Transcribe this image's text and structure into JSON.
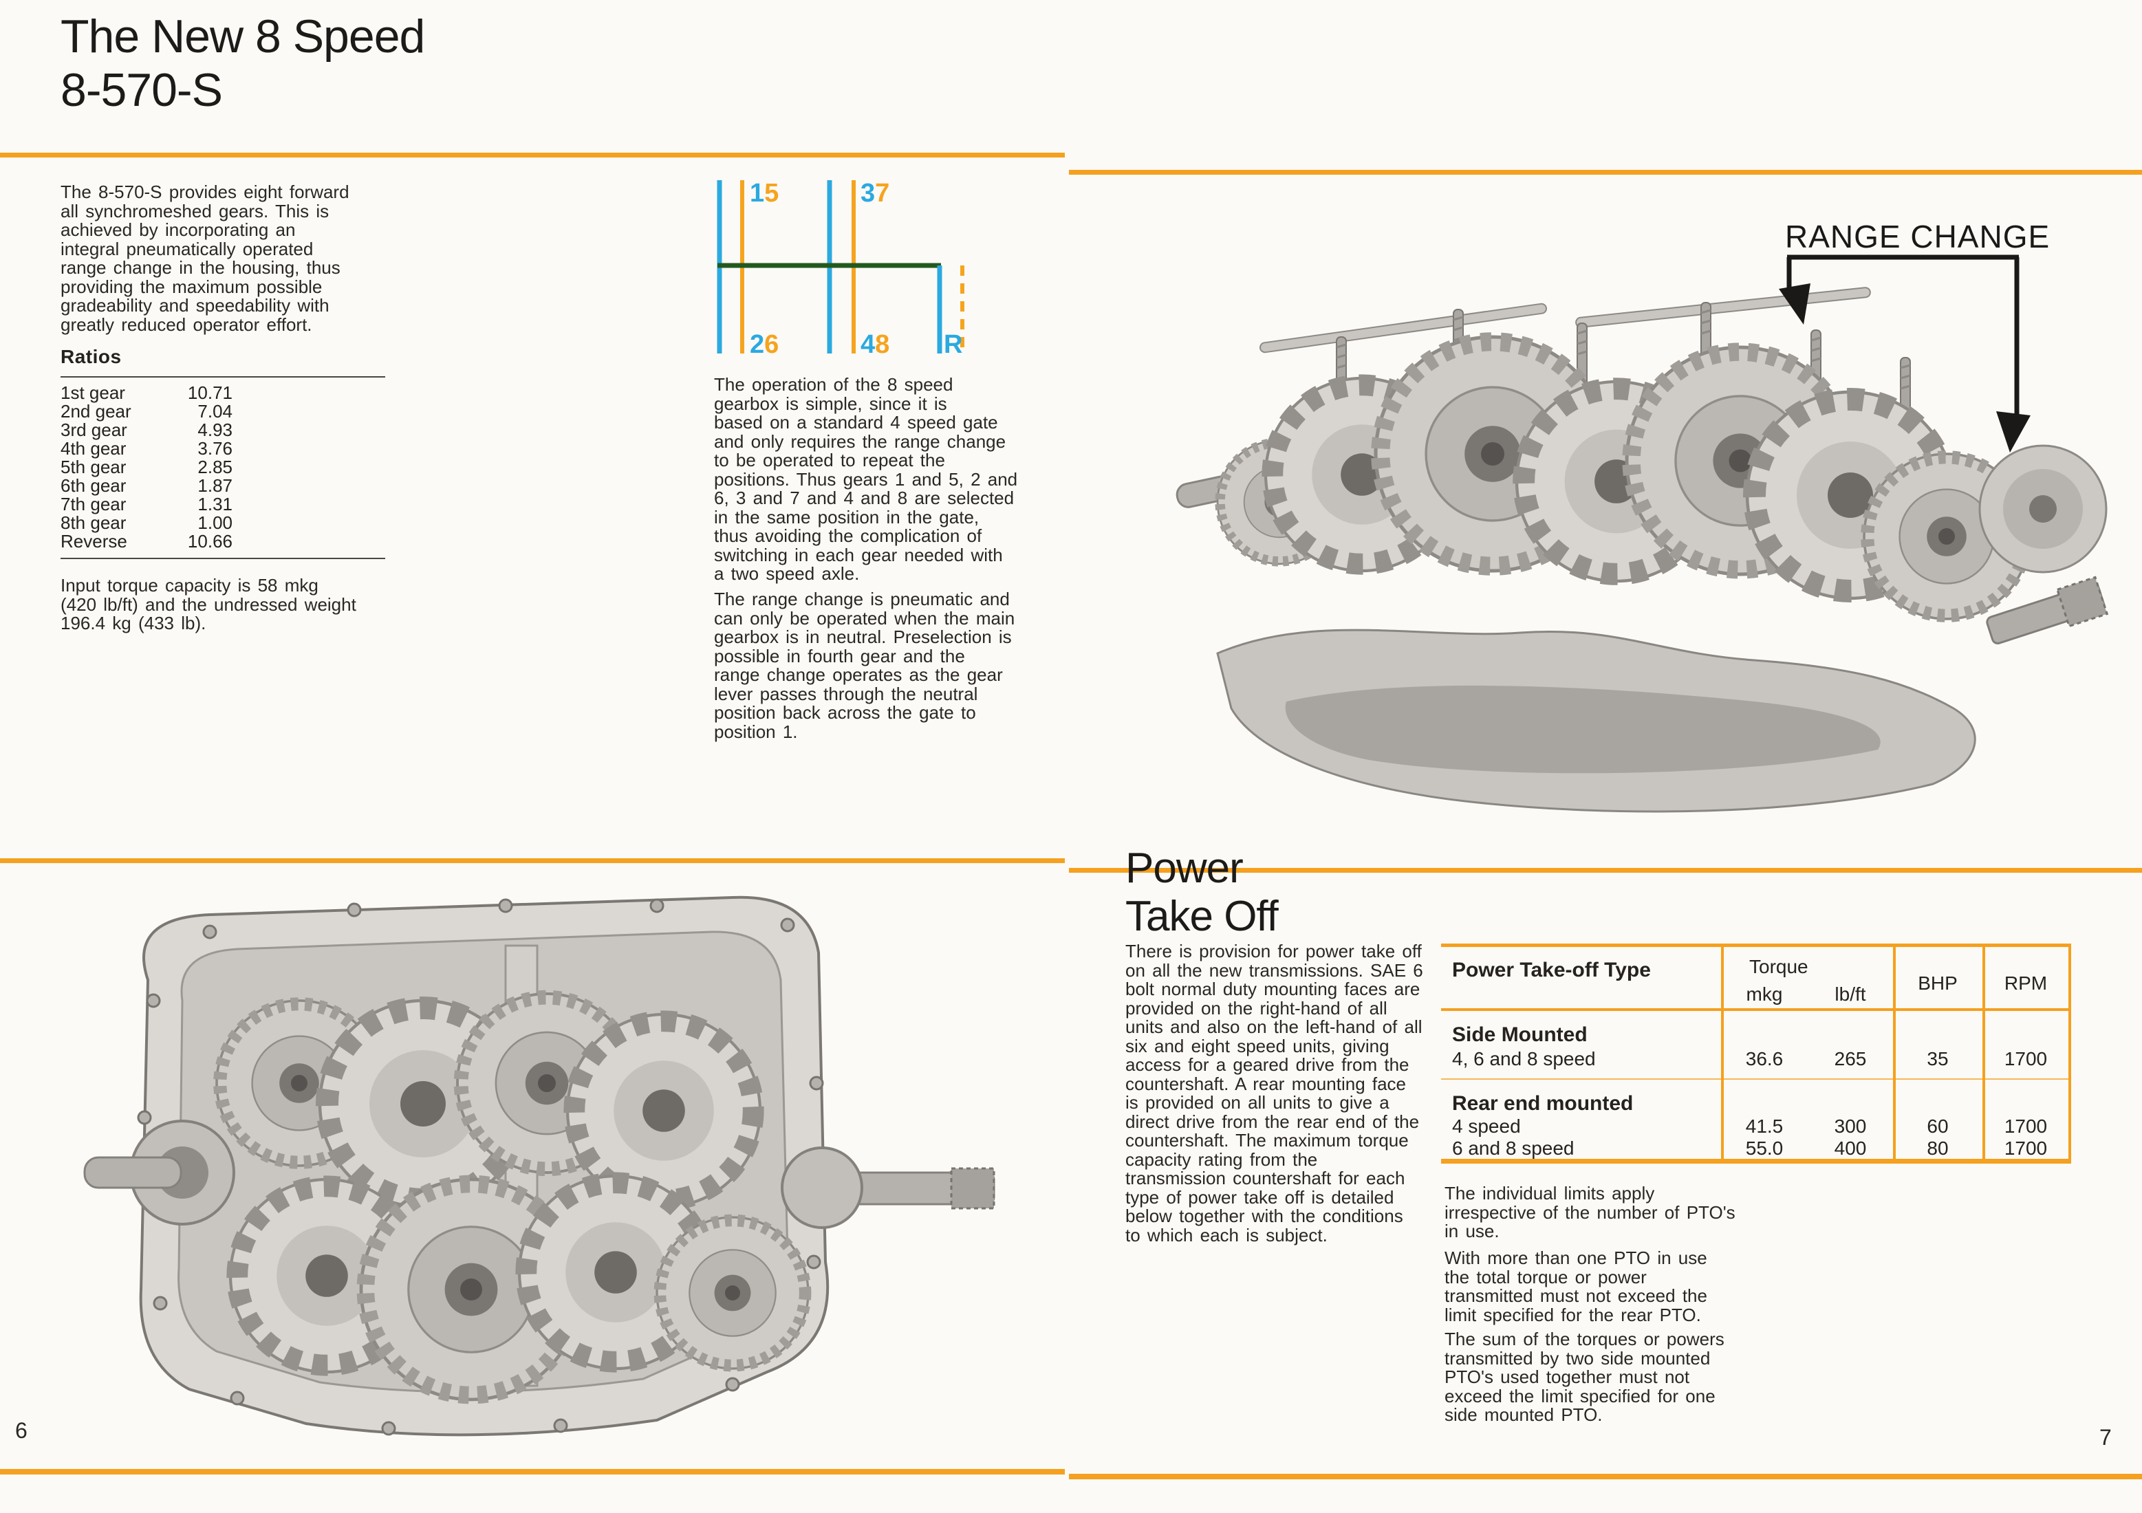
{
  "colors": {
    "accent_orange": "#F5A01F",
    "gate_blue": "#2BA9E0",
    "gate_orange": "#F5A41F",
    "gate_green": "#23591F",
    "text": "#262220"
  },
  "page_left": {
    "title": "The New 8 Speed\n8-570-S",
    "intro": "The 8-570-S provides eight forward\nall synchromeshed gears. This is\nachieved by incorporating an\nintegral pneumatically operated\nrange change in the housing, thus\nproviding the maximum possible\ngradeability and speedability with\ngreatly reduced operator effort.",
    "ratios": {
      "heading": "Ratios",
      "rows": [
        {
          "label": "1st gear",
          "value": "10.71"
        },
        {
          "label": "2nd gear",
          "value": "7.04"
        },
        {
          "label": "3rd gear",
          "value": "4.93"
        },
        {
          "label": "4th gear",
          "value": "3.76"
        },
        {
          "label": "5th gear",
          "value": "2.85"
        },
        {
          "label": "6th gear",
          "value": "1.87"
        },
        {
          "label": "7th gear",
          "value": "1.31"
        },
        {
          "label": "8th gear",
          "value": "1.00"
        },
        {
          "label": "Reverse",
          "value": "10.66"
        }
      ]
    },
    "torque_note": "Input torque capacity is 58 mkg\n(420 lb/ft) and the undressed weight\n196.4 kg (433 lb).",
    "gate": {
      "pairs": [
        {
          "low": "1",
          "high": "5"
        },
        {
          "low": "2",
          "high": "6"
        },
        {
          "low": "3",
          "high": "7"
        },
        {
          "low": "4",
          "high": "8"
        }
      ],
      "reverse": "R"
    },
    "operation_text": "The operation of the 8 speed\ngearbox is simple, since it is\nbased on a standard 4 speed gate\nand only requires the range change\nto be operated to repeat the\npositions. Thus gears 1 and 5, 2 and\n6, 3 and 7 and 4 and 8 are selected\nin the same position in the gate,\nthus avoiding the complication of\nswitching in each gear needed with\na two speed axle.",
    "range_text": "The range change is pneumatic and\ncan only be operated when the main\ngearbox is in neutral. Preselection is\npossible in fourth gear and the\nrange change operates as the gear\nlever passes through the neutral\nposition back across the gate to\nposition 1.",
    "page_number": "6"
  },
  "page_right": {
    "photo_label": "RANGE CHANGE",
    "heading": "Power\nTake Off",
    "intro": "There is provision for power take off\non all the new transmissions. SAE 6\nbolt normal duty mounting faces are\nprovided on the right-hand of all\nunits and also on the left-hand of all\nsix and eight speed units, giving\naccess for a geared drive from the\ncountershaft. A rear mounting face\nis provided on all units to give a\ndirect drive from the rear end of the\ncountershaft. The maximum torque\ncapacity rating from the\ntransmission countershaft for each\ntype of power take off is detailed\nbelow together with the conditions\nto which each is subject.",
    "table": {
      "col1_header": "Power Take-off Type",
      "torque_header": "Torque",
      "torque_sub_mkg": "mkg",
      "torque_sub_lbft": "lb/ft",
      "bhp_header": "BHP",
      "rpm_header": "RPM",
      "group1_name": "Side Mounted",
      "row1": {
        "label": "4, 6 and 8 speed",
        "mkg": "36.6",
        "lbft": "265",
        "bhp": "35",
        "rpm": "1700"
      },
      "group2_name": "Rear end mounted",
      "row2": {
        "label": "4 speed",
        "mkg": "41.5",
        "lbft": "300",
        "bhp": "60",
        "rpm": "1700"
      },
      "row3": {
        "label": "6 and 8 speed",
        "mkg": "55.0",
        "lbft": "400",
        "bhp": "80",
        "rpm": "1700"
      }
    },
    "notes": [
      "The individual limits apply\nirrespective of the number of PTO's\nin use.",
      "With more than one PTO in use\nthe total torque or power\ntransmitted must not exceed the\nlimit specified for the rear PTO.",
      "The sum of the torques or powers\ntransmitted by two side mounted\nPTO's used together must not\nexceed the limit specified for one\nside mounted PTO."
    ],
    "page_number": "7"
  }
}
